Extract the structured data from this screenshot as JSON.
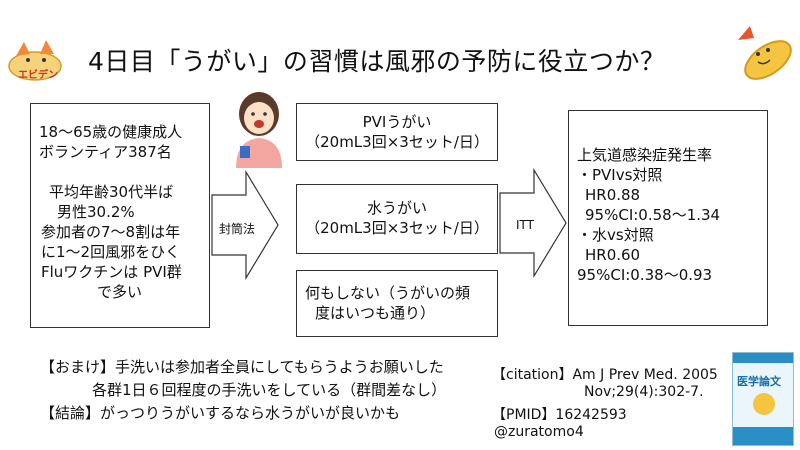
{
  "title": "4日目「うがい」の習慣は風邪の予防に役立つか？",
  "logo_text": "エビデン",
  "participants": {
    "lines": [
      "18〜65歳の健康成人",
      "ボランティア387名",
      "",
      "平均年齢30代半ば",
      "男性30.2%",
      "参加者の7〜8割は年",
      "に1〜2回風邪をひく",
      "Fluワクチンは PVI群",
      "で多い"
    ]
  },
  "method_label": "封筒法",
  "analysis_label": "ITT",
  "groups": [
    {
      "line1": "PVIうがい",
      "line2": "（20mL3回×3セット/日）"
    },
    {
      "line1": "水うがい",
      "line2": "（20mL3回×3セット/日）"
    },
    {
      "line1": "何もしない（うがいの頻",
      "line2": "度はいつも通り）"
    }
  ],
  "results": {
    "lines": [
      "上気道感染症発生率",
      "・PVIvs対照",
      "  HR0.88",
      "  95%CI:0.58〜1.34",
      "・水vs対照",
      "  HR0.60",
      "95%CI:0.38〜0.93"
    ]
  },
  "notes": {
    "bonus_line1": "【おまけ】手洗いは参加者全員にしてもらうようお願いした",
    "bonus_line2": "各群1日６回程度の手洗いをしている（群間差なし）",
    "conclusion": "【結論】がっつりうがいするなら水うがいが良いかも"
  },
  "citation": {
    "line1": "【citation】Am J Prev Med. 2005",
    "line2": "Nov;29(4):302-7.",
    "pmid": "【PMID】16242593",
    "handle": "@zuratomo4"
  },
  "book_cover_text": "医学論文"
}
